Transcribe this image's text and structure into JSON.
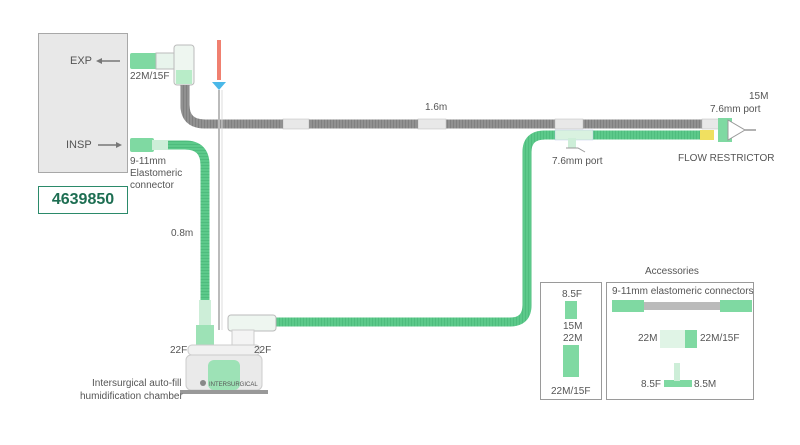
{
  "ventilator": {
    "exp_label": "EXP",
    "insp_label": "INSP"
  },
  "product_code": "4639850",
  "labels": {
    "exp_connector": "22M/15F",
    "insp_connector_line1": "9-11mm",
    "insp_connector_line2": "Elastomeric",
    "insp_connector_line3": "connector",
    "insp_limb_length": "0.8m",
    "exp_limb_length": "1.6m",
    "patient_15m": "15M",
    "patient_port": "7.6mm port",
    "insp_port": "7.6mm port",
    "flow_restrictor": "FLOW RESTRICTOR",
    "chamber_left_22f": "22F",
    "chamber_right_22f": "22F",
    "chamber_line1": "Intersurgical auto-fill",
    "chamber_line2": "humidification chamber",
    "chamber_brand": "INTERSURGICAL"
  },
  "accessories": {
    "title": "Accessories",
    "left_box": {
      "top_label": "8.5F",
      "mid_label_a": "15M",
      "mid_label_b": "22M",
      "bottom_label": "22M/15F"
    },
    "right_box": {
      "title": "9-11mm elastomeric connectors",
      "adapter_left": "22M",
      "adapter_right": "22M/15F",
      "tee_left": "8.5F",
      "tee_right": "8.5M"
    }
  },
  "colors": {
    "green_tube": "#5cc98a",
    "grey_tube": "#8a8a8a",
    "code_border": "#2b8a6a",
    "probe_red": "#f08070",
    "probe_blue": "#4ab8e8",
    "yellow": "#f0e060"
  }
}
